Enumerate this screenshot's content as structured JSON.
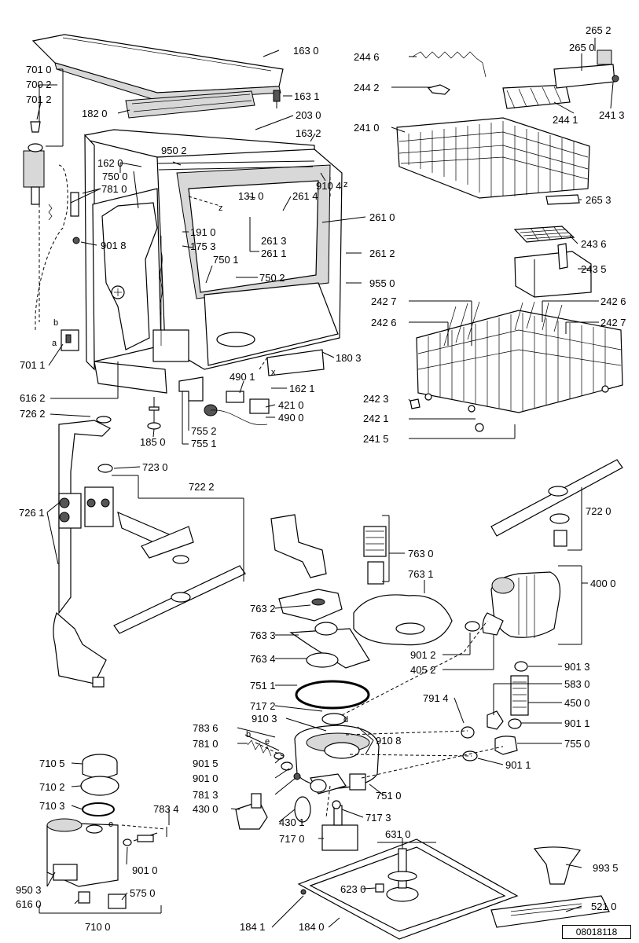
{
  "labels": [
    {
      "id": "163-0",
      "text": "163 0"
    },
    {
      "id": "701-0",
      "text": "701 0"
    },
    {
      "id": "700-2",
      "text": "700 2"
    },
    {
      "id": "701-2",
      "text": "701 2"
    },
    {
      "id": "163-1",
      "text": "163 1"
    },
    {
      "id": "182-0",
      "text": "182 0"
    },
    {
      "id": "203-0",
      "text": "203 0"
    },
    {
      "id": "163-2",
      "text": "163 2"
    },
    {
      "id": "950-2",
      "text": "950 2"
    },
    {
      "id": "162-0",
      "text": "162 0"
    },
    {
      "id": "910-4",
      "text": "910 4"
    },
    {
      "id": "750-0",
      "text": "750 0"
    },
    {
      "id": "131-0",
      "text": "131 0"
    },
    {
      "id": "261-4",
      "text": "261 4"
    },
    {
      "id": "781-0a",
      "text": "781 0"
    },
    {
      "id": "261-0",
      "text": "261 0"
    },
    {
      "id": "191-0",
      "text": "191 0"
    },
    {
      "id": "901-8",
      "text": "901 8"
    },
    {
      "id": "175-3",
      "text": "175 3"
    },
    {
      "id": "261-3",
      "text": "261 3"
    },
    {
      "id": "261-1",
      "text": "261 1"
    },
    {
      "id": "261-2",
      "text": "261 2"
    },
    {
      "id": "750-1",
      "text": "750 1"
    },
    {
      "id": "750-2",
      "text": "750 2"
    },
    {
      "id": "955-0",
      "text": "955 0"
    },
    {
      "id": "180-3",
      "text": "180 3"
    },
    {
      "id": "701-1",
      "text": "701 1"
    },
    {
      "id": "490-1",
      "text": "490 1"
    },
    {
      "id": "162-1",
      "text": "162 1"
    },
    {
      "id": "616-2",
      "text": "616 2"
    },
    {
      "id": "421-0",
      "text": "421 0"
    },
    {
      "id": "726-2",
      "text": "726 2"
    },
    {
      "id": "490-0",
      "text": "490 0"
    },
    {
      "id": "755-2",
      "text": "755 2"
    },
    {
      "id": "185-0",
      "text": "185 0"
    },
    {
      "id": "755-1",
      "text": "755 1"
    },
    {
      "id": "723-0",
      "text": "723 0"
    },
    {
      "id": "722-2",
      "text": "722 2"
    },
    {
      "id": "726-1",
      "text": "726 1"
    },
    {
      "id": "244-6",
      "text": "244 6"
    },
    {
      "id": "265-2",
      "text": "265 2"
    },
    {
      "id": "265-0",
      "text": "265 0"
    },
    {
      "id": "244-2",
      "text": "244 2"
    },
    {
      "id": "244-1",
      "text": "244 1"
    },
    {
      "id": "241-3",
      "text": "241 3"
    },
    {
      "id": "241-0",
      "text": "241 0"
    },
    {
      "id": "265-3",
      "text": "265 3"
    },
    {
      "id": "243-6",
      "text": "243 6"
    },
    {
      "id": "243-5",
      "text": "243 5"
    },
    {
      "id": "242-7a",
      "text": "242 7"
    },
    {
      "id": "242-6a",
      "text": "242 6"
    },
    {
      "id": "242-6b",
      "text": "242 6"
    },
    {
      "id": "242-7b",
      "text": "242 7"
    },
    {
      "id": "242-3",
      "text": "242 3"
    },
    {
      "id": "242-1",
      "text": "242 1"
    },
    {
      "id": "241-5",
      "text": "241 5"
    },
    {
      "id": "722-0",
      "text": "722 0"
    },
    {
      "id": "763-0",
      "text": "763 0"
    },
    {
      "id": "763-1",
      "text": "763 1"
    },
    {
      "id": "400-0",
      "text": "400 0"
    },
    {
      "id": "763-2",
      "text": "763 2"
    },
    {
      "id": "763-3",
      "text": "763 3"
    },
    {
      "id": "763-4",
      "text": "763 4"
    },
    {
      "id": "901-2",
      "text": "901 2"
    },
    {
      "id": "405-2",
      "text": "405 2"
    },
    {
      "id": "901-3",
      "text": "901 3"
    },
    {
      "id": "751-1",
      "text": "751 1"
    },
    {
      "id": "583-0",
      "text": "583 0"
    },
    {
      "id": "717-2",
      "text": "717 2"
    },
    {
      "id": "791-4",
      "text": "791 4"
    },
    {
      "id": "450-0",
      "text": "450 0"
    },
    {
      "id": "783-6",
      "text": "783 6"
    },
    {
      "id": "910-3",
      "text": "910 3"
    },
    {
      "id": "910-8",
      "text": "910 8"
    },
    {
      "id": "901-1a",
      "text": "901 1"
    },
    {
      "id": "781-0b",
      "text": "781 0"
    },
    {
      "id": "755-0",
      "text": "755 0"
    },
    {
      "id": "901-5",
      "text": "901 5"
    },
    {
      "id": "901-1b",
      "text": "901 1"
    },
    {
      "id": "901-0a",
      "text": "901 0"
    },
    {
      "id": "710-5",
      "text": "710 5"
    },
    {
      "id": "781-3",
      "text": "781 3"
    },
    {
      "id": "751-0",
      "text": "751 0"
    },
    {
      "id": "710-2",
      "text": "710 2"
    },
    {
      "id": "783-4",
      "text": "783 4"
    },
    {
      "id": "430-0",
      "text": "430 0"
    },
    {
      "id": "717-3",
      "text": "717 3"
    },
    {
      "id": "710-3",
      "text": "710 3"
    },
    {
      "id": "430-1",
      "text": "430 1"
    },
    {
      "id": "717-0",
      "text": "717 0"
    },
    {
      "id": "631-0",
      "text": "631 0"
    },
    {
      "id": "901-0b",
      "text": "901 0"
    },
    {
      "id": "993-5",
      "text": "993 5"
    },
    {
      "id": "950-3",
      "text": "950 3"
    },
    {
      "id": "623-0",
      "text": "623 0"
    },
    {
      "id": "575-0",
      "text": "575 0"
    },
    {
      "id": "616-0",
      "text": "616 0"
    },
    {
      "id": "521-0",
      "text": "521 0"
    },
    {
      "id": "710-0",
      "text": "710 0"
    },
    {
      "id": "184-1",
      "text": "184 1"
    },
    {
      "id": "184-0",
      "text": "184 0"
    }
  ],
  "letters": {
    "b1": "b",
    "a": "a",
    "b2": "b",
    "e1": "e",
    "e2": "e",
    "d": "d",
    "z1": "z",
    "z2": "z",
    "x": "x"
  },
  "doc_id": "08018118"
}
